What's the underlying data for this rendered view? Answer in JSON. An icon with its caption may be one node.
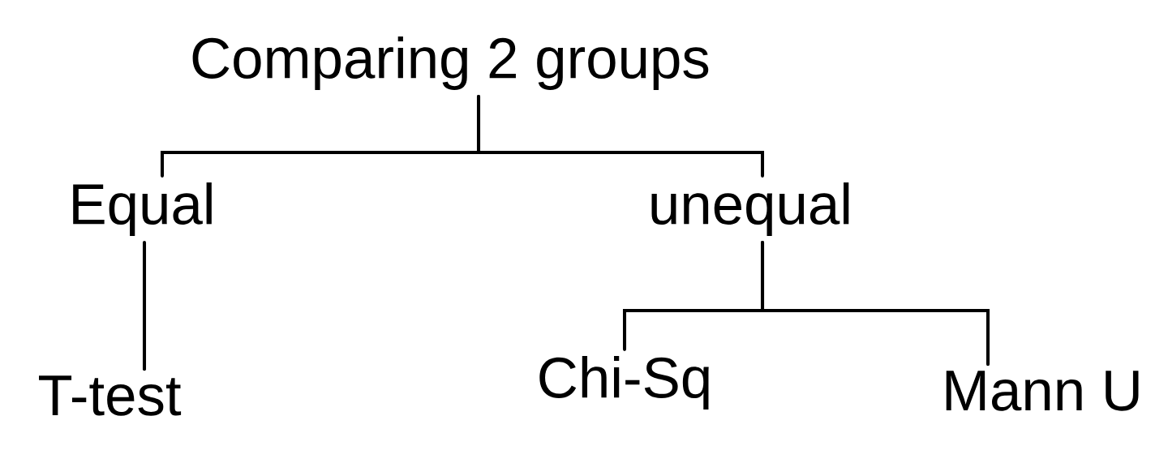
{
  "diagram": {
    "nodes": [
      {
        "text": [
          "Comparing 2 groups"
        ]
      },
      {
        "text": [
          "Equal"
        ]
      },
      {
        "text": [
          "unequal"
        ]
      },
      {
        "text": [
          "T-test"
        ]
      },
      {
        "text": [
          "Chi-Sq"
        ]
      },
      {
        "text": [
          "Mann U"
        ]
      }
    ],
    "edges": [
      {
        "from": 0,
        "to": 1,
        "arrow": "none"
      },
      {
        "from": 0,
        "to": 2,
        "arrow": "none"
      },
      {
        "from": 1,
        "to": 3,
        "arrow": "none"
      },
      {
        "from": 2,
        "to": 4,
        "arrow": "none"
      },
      {
        "from": 2,
        "to": 5,
        "arrow": "none"
      }
    ]
  }
}
